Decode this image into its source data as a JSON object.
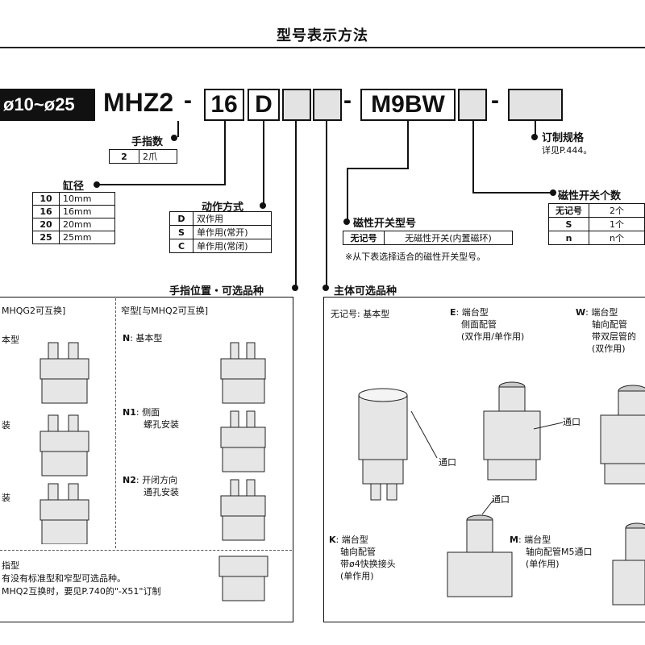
{
  "title": "型号表示方法",
  "bore_banner": "ø10~ø25",
  "model_prefix": "MHZ2",
  "code_boxes": {
    "bore": "16",
    "action": "D",
    "switch": "M9BW"
  },
  "fingers": {
    "heading": "手指数",
    "rows": [
      {
        "k": "2",
        "v": "2爪"
      }
    ]
  },
  "bore": {
    "heading": "缸径",
    "rows": [
      {
        "k": "10",
        "v": "10mm"
      },
      {
        "k": "16",
        "v": "16mm"
      },
      {
        "k": "20",
        "v": "20mm"
      },
      {
        "k": "25",
        "v": "25mm"
      }
    ]
  },
  "action": {
    "heading": "动作方式",
    "rows": [
      {
        "k": "D",
        "v": "双作用"
      },
      {
        "k": "S",
        "v": "单作用(常开)"
      },
      {
        "k": "C",
        "v": "单作用(常闭)"
      }
    ]
  },
  "switch_model": {
    "heading": "磁性开关型号",
    "row": {
      "k": "无记号",
      "v": "无磁性开关(内置磁环)"
    },
    "note": "※从下表选择适合的磁性开关型号。"
  },
  "spec": {
    "heading": "订制规格",
    "sub": "详见P.444。"
  },
  "switch_count": {
    "heading": "磁性开关个数",
    "rows": [
      {
        "k": "无记号",
        "v": "2个"
      },
      {
        "k": "S",
        "v": "1个"
      },
      {
        "k": "n",
        "v": "n个"
      }
    ]
  },
  "finger_options": {
    "heading": "手指位置・可选品种",
    "left_header": "MHQG2可互换]",
    "left_items": [
      "本型",
      "装",
      "装"
    ],
    "right_header": "窄型[与MHQ2可互换]",
    "right_items": [
      {
        "code": "N",
        "text": [
          "基本型"
        ]
      },
      {
        "code": "N1",
        "text": [
          "侧面",
          "螺孔安装"
        ]
      },
      {
        "code": "N2",
        "text": [
          "开闭方向",
          "通孔安装"
        ]
      }
    ],
    "bottom_lines": [
      "指型",
      "有没有标准型和窄型可选品种。",
      "MHQ2互换时，要见P.740的\"-X51\"订制"
    ]
  },
  "body_options": {
    "heading": "主体可选品种",
    "none": "无记号: 基本型",
    "E": {
      "code": "E",
      "lines": [
        "端台型",
        "侧面配管",
        "(双作用/单作用)"
      ]
    },
    "W": {
      "code": "W",
      "lines": [
        "端台型",
        "轴向配管",
        "带双层管的",
        "(双作用)"
      ]
    },
    "K": {
      "code": "K",
      "lines": [
        "端台型",
        "轴向配管",
        "带ø4快换接头",
        "(单作用)"
      ]
    },
    "M": {
      "code": "M",
      "lines": [
        "端台型",
        "轴向配管M5通口",
        "(单作用)"
      ]
    },
    "port_label": "通口"
  }
}
